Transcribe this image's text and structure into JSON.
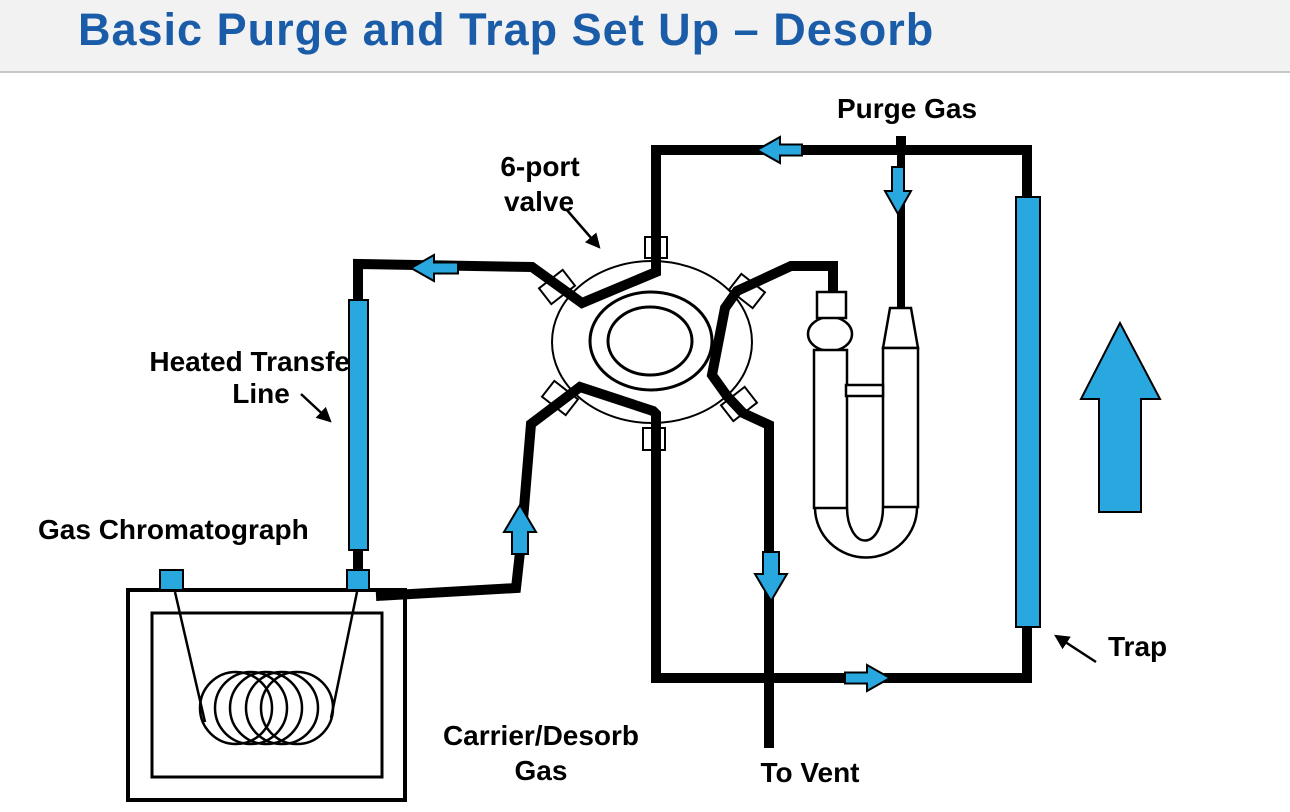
{
  "header": {
    "title": "Basic Purge and Trap Set Up – Desorb"
  },
  "diagram": {
    "labels": {
      "purge_gas": "Purge Gas",
      "six_port_valve_line1": "6-port",
      "six_port_valve_line2": "valve",
      "heated_transfer_line1": "Heated Transfer",
      "heated_transfer_line2": "Line",
      "gas_chromatograph": "Gas Chromatograph",
      "carrier_desorb_line1": "Carrier/Desorb",
      "carrier_desorb_line2": "Gas",
      "to_vent": "To Vent",
      "trap": "Trap"
    },
    "colors": {
      "accent_blue": "#29A8E0",
      "title_blue": "#1A5CA8",
      "line_black": "#000000",
      "header_bg": "#F2F2F2",
      "divider_gray": "#C7C7C7"
    }
  }
}
